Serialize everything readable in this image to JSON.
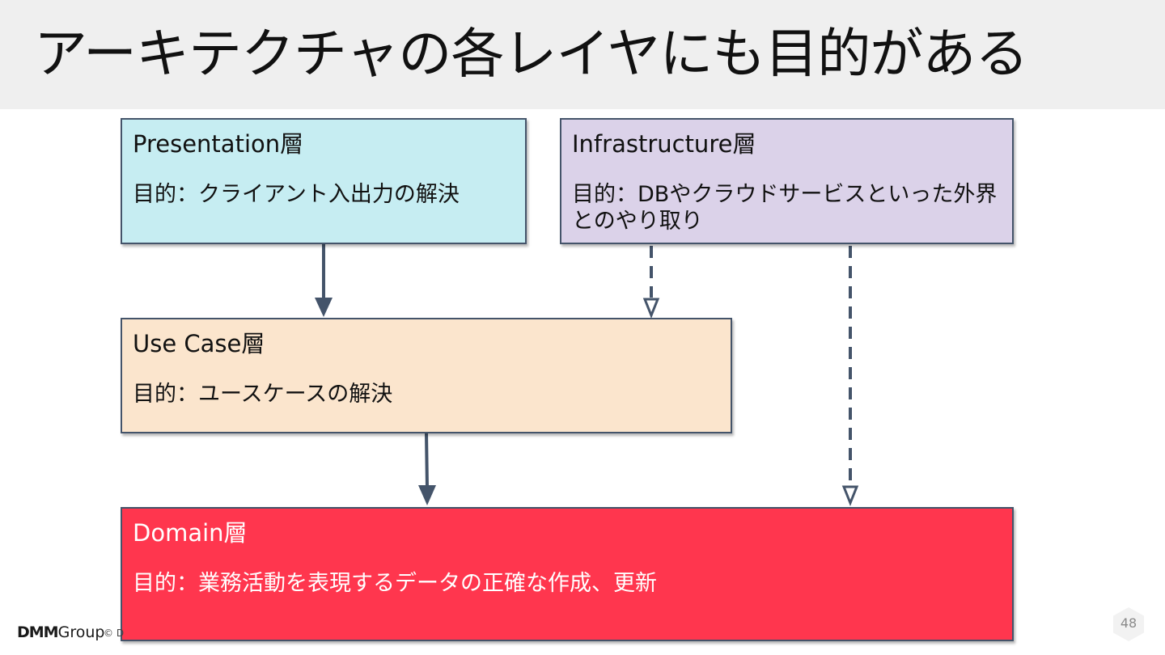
{
  "slide": {
    "title": "アーキテクチャの各レイヤにも目的がある",
    "page_number": "48"
  },
  "layers": {
    "presentation": {
      "name": "Presentation層",
      "purpose": "目的：クライアント入出力の解決"
    },
    "infrastructure": {
      "name": "Infrastructure層",
      "purpose": "目的：DBやクラウドサービスといった外界とのやり取り"
    },
    "usecase": {
      "name": "Use Case層",
      "purpose": "目的：ユースケースの解決"
    },
    "domain": {
      "name": "Domain層",
      "purpose": "目的：業務活動を表現するデータの正確な作成、更新"
    }
  },
  "footer": {
    "logo_mark": "DMM",
    "logo_group": "Group",
    "copyright": "© D"
  },
  "colors": {
    "presentation_fill": "#c6edf2",
    "infrastructure_fill": "#dbd2e9",
    "usecase_fill": "#fbe5cd",
    "domain_fill": "#ff364e",
    "arrow": "#44546a",
    "header_bg": "#efefef"
  }
}
